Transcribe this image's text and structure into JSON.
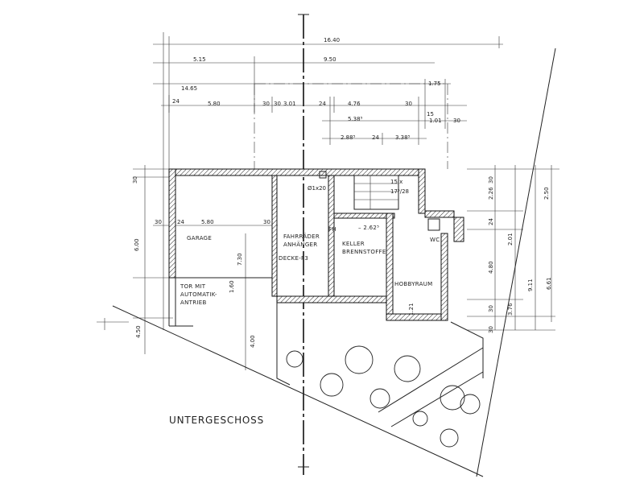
{
  "title": "UNTERGESCHOSS",
  "rooms": {
    "garage": "GARAGE",
    "tor_line1": "TOR MIT",
    "tor_line2": "AUTOMATIK-",
    "tor_line3": "ANTRIEB",
    "fahrraeder_line1": "FAHRRÄDER",
    "fahrraeder_line2": "ANHÄNGER",
    "decke": "DECKE-F3",
    "keller_line1": "KELLER",
    "keller_line2": "BRENNSTOFFE",
    "hobby": "HOBBYRAUM",
    "wc": "WC",
    "fh": "FH"
  },
  "annotations": {
    "level": "– 2.62⁵",
    "stair": "15 x",
    "stair2": "17⁵/28",
    "column": "Ø1x20"
  },
  "top_dims": {
    "d1640": "16.40",
    "d515": "5.15",
    "d950": "9.50",
    "d1465": "14.65",
    "d175": "1.75",
    "r24a": "24",
    "r580": "5.80",
    "r30a": "30",
    "r30b": "30",
    "r301": "3.01",
    "r24b": "24",
    "r476": "4.76",
    "r30c": "30",
    "r15": "15",
    "d5385": "5.38⁵",
    "d101": "1.01",
    "d30r": "30",
    "d2885": "2.88⁵",
    "d24m": "24",
    "d3385": "3.38⁵"
  },
  "inner_dims": {
    "i30": "30",
    "i24": "24",
    "i580": "5.80",
    "i30b": "30"
  },
  "left_dims": {
    "l30": "30",
    "l600": "6.00",
    "l450": "4.50",
    "l730": "7.30",
    "l160": "1.60",
    "l400": "4.00",
    "l121": "1.21"
  },
  "right_dims": {
    "r30t": "30",
    "r226": "2.26",
    "r24": "24",
    "r480": "4.80",
    "r30m": "30",
    "r30b": "30",
    "r250": "2.50",
    "r201": "2.01",
    "r376": "3.76",
    "r911": "9.11",
    "r661": "6.61"
  }
}
